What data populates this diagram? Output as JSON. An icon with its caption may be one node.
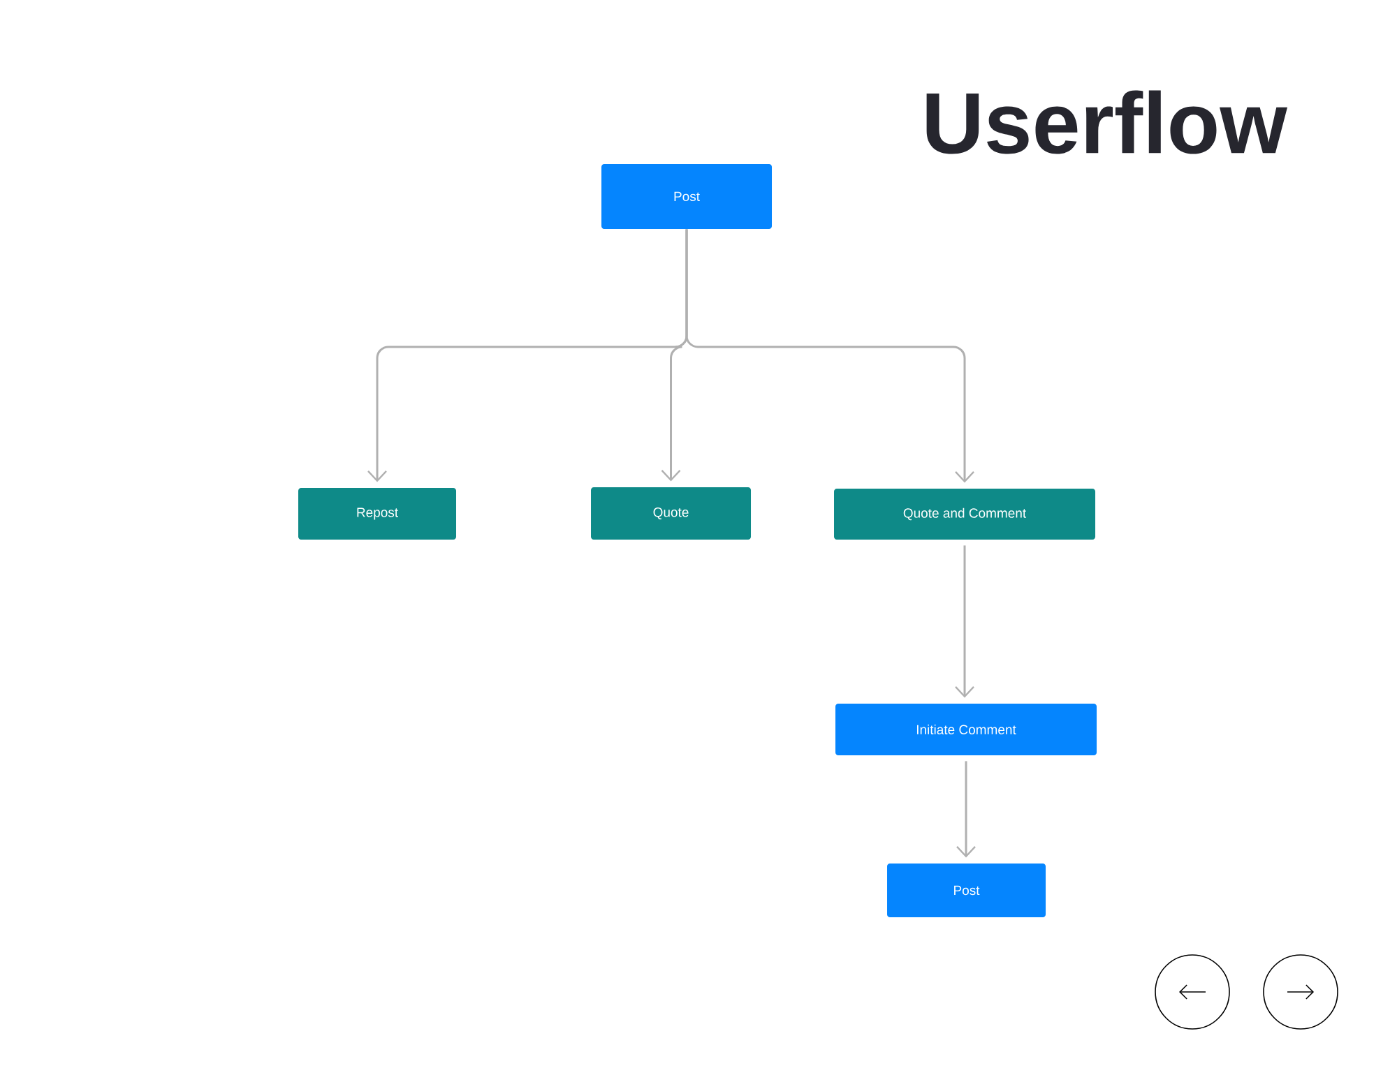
{
  "diagram": {
    "title": "Userflow",
    "nodes": [
      {
        "text": [
          "Post"
        ]
      },
      {
        "text": [
          "Repost"
        ]
      },
      {
        "text": [
          "Quote"
        ]
      },
      {
        "text": [
          "Quote and Comment"
        ]
      },
      {
        "text": [
          "Initiate Comment"
        ]
      },
      {
        "text": [
          "Post"
        ]
      }
    ],
    "edges": [
      {
        "from": 0,
        "to": 1,
        "arrow": "to"
      },
      {
        "from": 0,
        "to": 2,
        "arrow": "to"
      },
      {
        "from": 0,
        "to": 3,
        "arrow": "to"
      },
      {
        "from": 3,
        "to": 4,
        "arrow": "to"
      },
      {
        "from": 4,
        "to": 5,
        "arrow": "to"
      }
    ]
  }
}
